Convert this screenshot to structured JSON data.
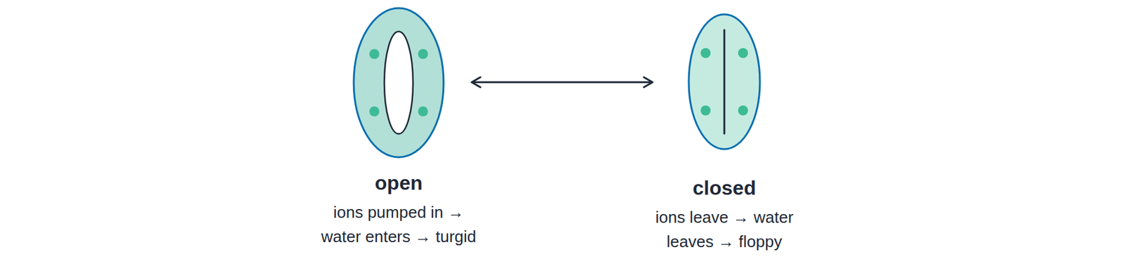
{
  "diagram": {
    "nodes": [
      {
        "text": [
          "open",
          "ions pumped in → water enters → turgid"
        ]
      },
      {
        "text": [
          "closed",
          "ions leave → water leaves → floppy"
        ]
      }
    ],
    "edges": [
      {
        "from": 0,
        "to": 1,
        "arrow": "both"
      }
    ]
  }
}
